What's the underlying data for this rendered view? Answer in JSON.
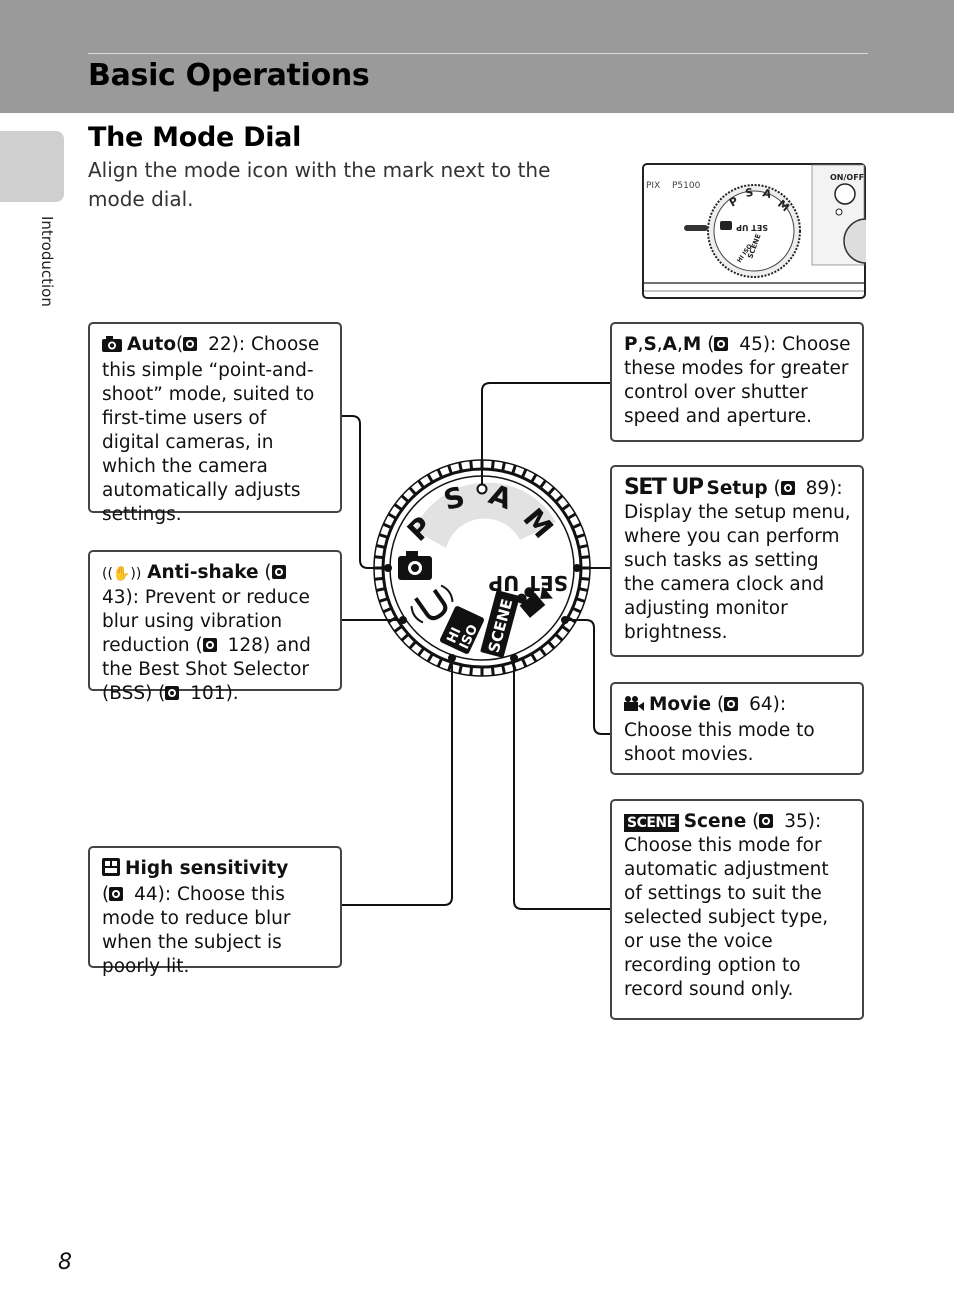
{
  "header": {
    "chapter_title": "Basic Operations"
  },
  "side_tab": {
    "label": "Introduction"
  },
  "section": {
    "title": "The Mode Dial",
    "intro": "Align the mode icon with the mark next to the mode dial."
  },
  "camera_thumbnail": {
    "model": "P5100",
    "brand_mark": "PIX",
    "power_label": "ON/OFF",
    "dial_labels": [
      "P",
      "S",
      "A",
      "M",
      "SET UP",
      "SCENE",
      "HI ISO"
    ]
  },
  "dial": {
    "letters": [
      "P",
      "S",
      "A",
      "M"
    ],
    "setup_label": "SET UP",
    "scene_label": "SCENE",
    "hi_label": "HI",
    "iso_label": "ISO"
  },
  "callouts": {
    "auto": {
      "lead": "Auto",
      "page_prefix": "(",
      "body": " 22): Choose this simple “point-and-shoot” mode, suited to first-time users of digital cameras, in which the camera automatically adjusts settings."
    },
    "antishake": {
      "icon_text": "((✋))",
      "lead": "Anti-shake",
      "body_1": " (",
      "body_2": " 43): Prevent or reduce blur using vibration reduction (",
      "body_3": " 128) and the Best Shot Selector (BSS) (",
      "body_4": " 101)."
    },
    "hisens": {
      "lead": "High sensitivity",
      "body_1": "(",
      "body_2": " 44): Choose this mode to reduce blur when the subject is poorly lit."
    },
    "psam": {
      "p": "P",
      "s": "S",
      "a": "A",
      "m": "M",
      "comma": ",",
      "body_1": " (",
      "body_2": " 45): Choose these modes for greater control over shutter speed and aperture."
    },
    "setup": {
      "icon_text": "SET UP",
      "lead": "Setup",
      "body_1": " (",
      "body_2": " 89): Display the setup menu, where you can perform such tasks as setting the camera clock and adjusting monitor brightness."
    },
    "movie": {
      "lead": "Movie",
      "body_1": " (",
      "body_2": " 64): Choose this mode to shoot movies."
    },
    "scene": {
      "icon_text": "SCENE",
      "lead": "Scene",
      "body_1": " (",
      "body_2": " 35): Choose this mode for automatic adjustment of settings to suit the selected subject type, or use the voice recording option to record sound only."
    }
  },
  "page_number": "8"
}
